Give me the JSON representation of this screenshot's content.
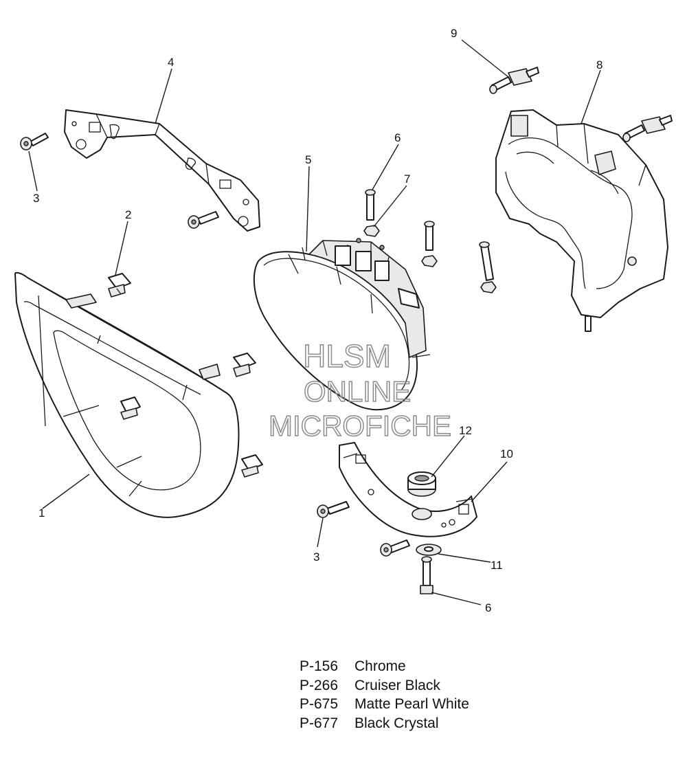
{
  "watermark": {
    "line1": "HLSM",
    "line2": "ONLINE",
    "line3": "MICROFICHE"
  },
  "callouts": [
    {
      "id": "c1",
      "label": "1"
    },
    {
      "id": "c2",
      "label": "2"
    },
    {
      "id": "c3a",
      "label": "3"
    },
    {
      "id": "c3b",
      "label": "3"
    },
    {
      "id": "c4",
      "label": "4"
    },
    {
      "id": "c5",
      "label": "5"
    },
    {
      "id": "c6a",
      "label": "6"
    },
    {
      "id": "c6b",
      "label": "6"
    },
    {
      "id": "c7",
      "label": "7"
    },
    {
      "id": "c8",
      "label": "8"
    },
    {
      "id": "c9",
      "label": "9"
    },
    {
      "id": "c10",
      "label": "10"
    },
    {
      "id": "c11",
      "label": "11"
    },
    {
      "id": "c12",
      "label": "12"
    }
  ],
  "legend": [
    {
      "code": "P-156",
      "name": "Chrome"
    },
    {
      "code": "P-266",
      "name": "Cruiser Black"
    },
    {
      "code": "P-675",
      "name": "Matte Pearl White"
    },
    {
      "code": "P-677",
      "name": "Black Crystal"
    }
  ]
}
